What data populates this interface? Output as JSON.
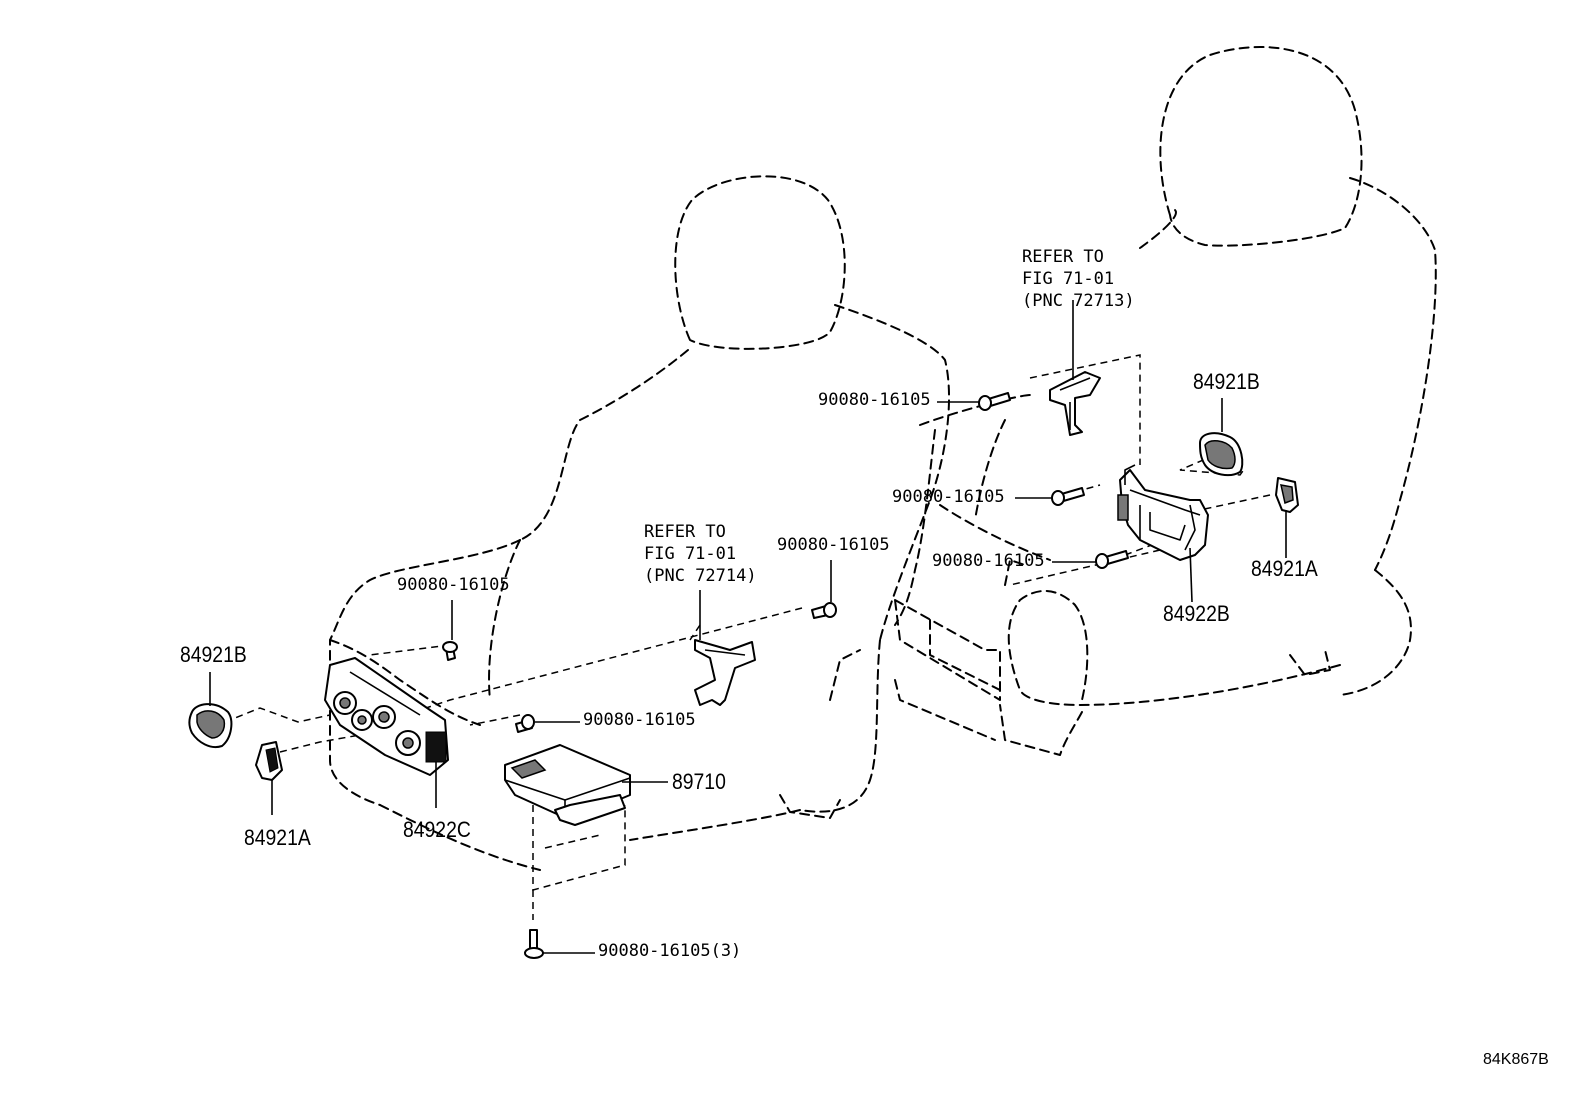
{
  "diagram": {
    "figure_id": "84K867B",
    "labels": {
      "right_ref": [
        "REFER TO",
        "FIG 71-01",
        "(PNC 72713)"
      ],
      "left_ref": [
        "REFER TO",
        "FIG 71-01",
        "(PNC 72714)"
      ],
      "right_84921B": "84921B",
      "right_bolt_top": "90080-16105",
      "right_bolt_mid": "90080-16105",
      "right_bolt_low": "90080-16105",
      "right_84921A": "84921A",
      "right_84922B": "84922B",
      "left_bolt_upper_right": "90080-16105",
      "left_bolt_upper_left": "90080-16105",
      "left_84921B": "84921B",
      "left_bolt_mid": "90080-16105",
      "left_89710": "89710",
      "left_84921A": "84921A",
      "left_84922C": "84922C",
      "left_bolt_bottom": "90080-16105(3)"
    }
  }
}
